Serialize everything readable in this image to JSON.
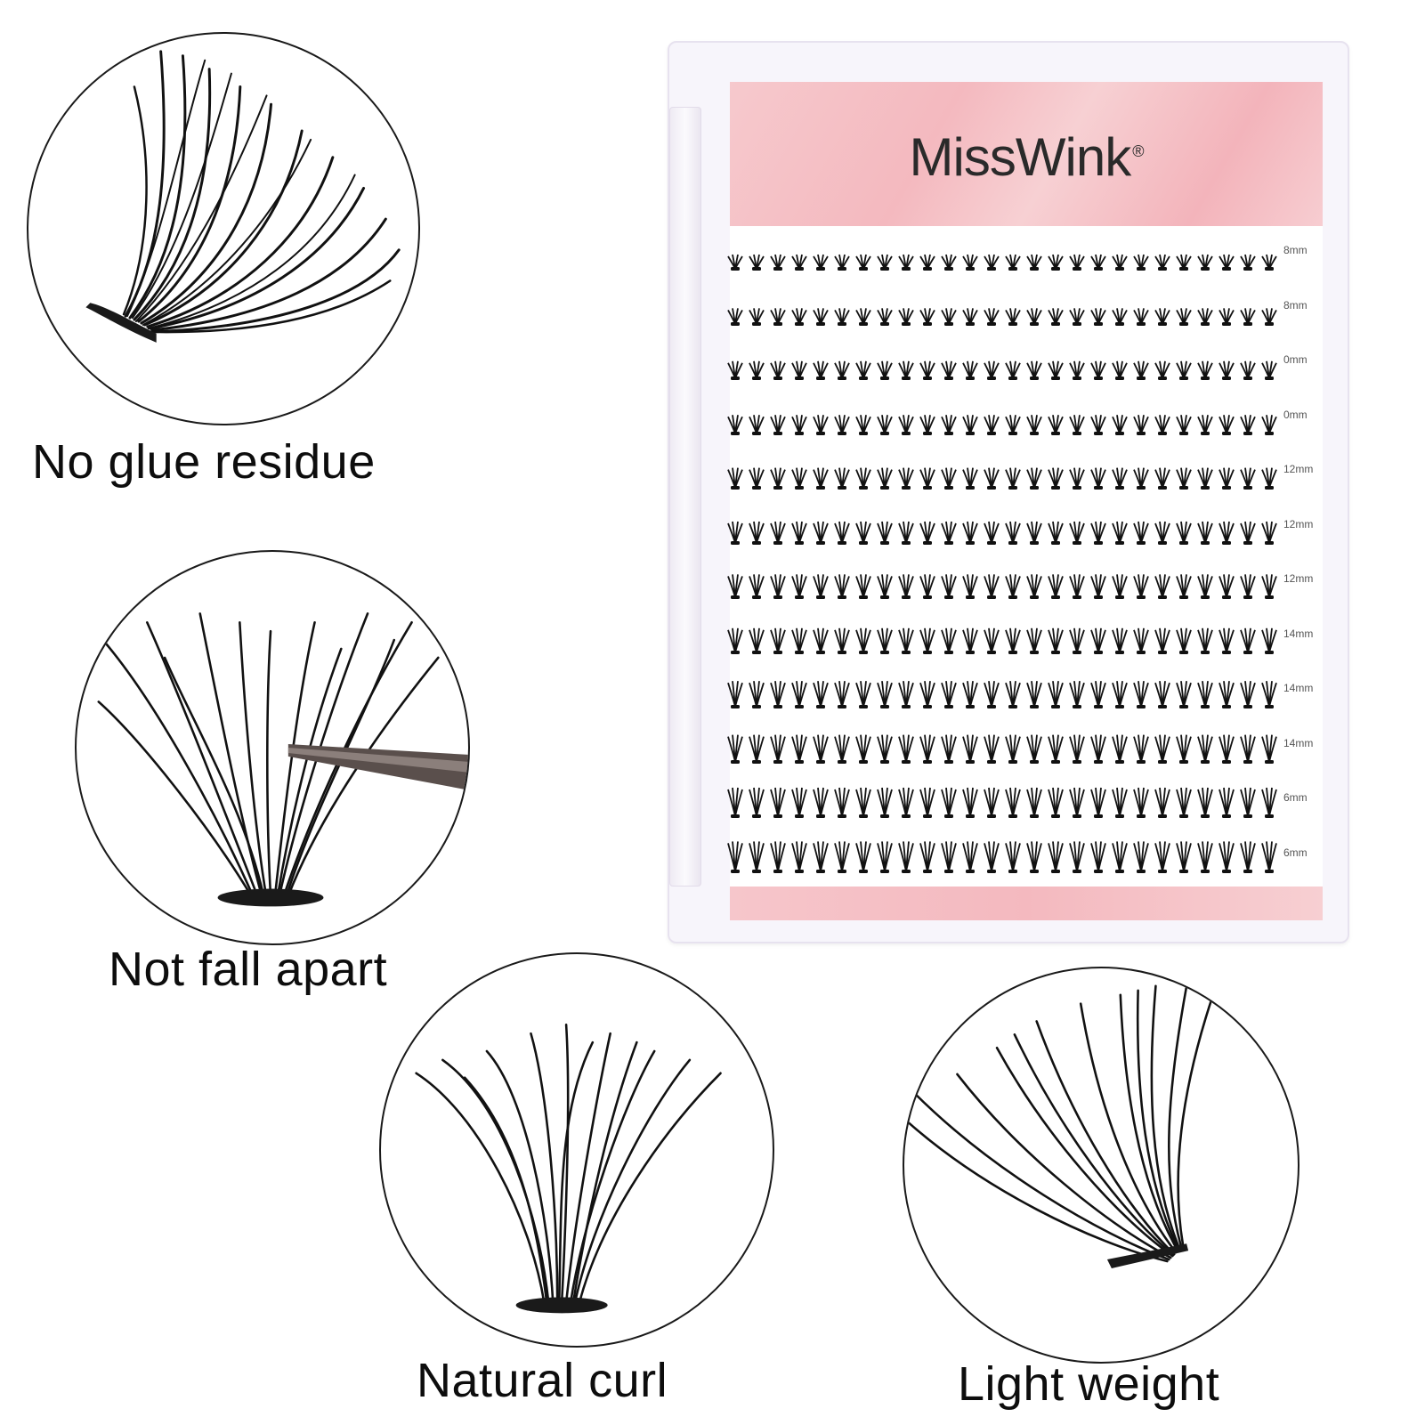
{
  "features": [
    {
      "caption": "No glue residue"
    },
    {
      "caption": "Not fall apart"
    },
    {
      "caption": "Natural curl"
    },
    {
      "caption": "Light weight"
    }
  ],
  "product": {
    "brand": "MissWink",
    "brand_mark": "®",
    "rows": [
      {
        "length": "8mm"
      },
      {
        "length": "8mm"
      },
      {
        "length": "0mm"
      },
      {
        "length": "0mm"
      },
      {
        "length": "12mm"
      },
      {
        "length": "12mm"
      },
      {
        "length": "12mm"
      },
      {
        "length": "14mm"
      },
      {
        "length": "14mm"
      },
      {
        "length": "14mm"
      },
      {
        "length": "6mm"
      },
      {
        "length": "6mm"
      }
    ]
  },
  "colors": {
    "banner_pink": "#f4b9bf",
    "lash_black": "#111111",
    "box_white": "#f7f5fb"
  }
}
